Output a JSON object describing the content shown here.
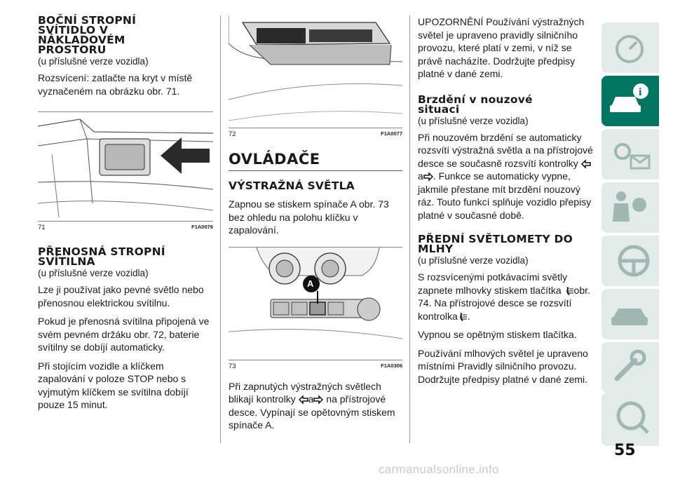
{
  "col1": {
    "s1_title": "BOČNÍ STROPNÍ SVÍTIDLO V NÁKLADOVÉM PROSTORU",
    "s1_note": "(u příslušné verze vozidla)",
    "s1_p1": "Rozsvícení: zatlačte na kryt v místě vyznačeném na obrázku obr. 71.",
    "fig71_num": "71",
    "fig71_code": "F1A0076",
    "s2_title": "PŘENOSNÁ STROPNÍ SVÍTILNA",
    "s2_note": "(u příslušné verze vozidla)",
    "s2_p1": "Lze ji používat jako pevné světlo nebo přenosnou elektrickou svítilnu.",
    "s2_p2": "Pokud je přenosná svítilna připojená ve svém pevném držáku obr. 72, baterie svítilny se dobíjí automaticky.",
    "s2_p3": "Při stojícím vozidle a klíčkem zapalování v poloze STOP nebo s vyjmutým klíčkem se svítilna dobíjí pouze 15 minut."
  },
  "col2": {
    "fig72_num": "72",
    "fig72_code": "F1A0077",
    "chapter": "OVLÁDAČE",
    "s3_title": "VÝSTRAŽNÁ SVĚTLA",
    "s3_p1": "Zapnou se stiskem spínače A obr. 73 bez ohledu na polohu klíčku v zapalování.",
    "fig73_num": "73",
    "fig73_code": "F1A0306",
    "fig73_label": "A",
    "s3_p2a": "Při zapnutých výstražných světlech blikají kontrolky",
    "s3_p2_mid": "a",
    "s3_p2b": "na přístrojové desce. Vypínají se opětovným stiskem spínače A."
  },
  "col3": {
    "p_warn": "UPOZORNĚNÍ Používání výstražných světel je upraveno pravidly silničního provozu, které platí v zemi, v níž se právě nacházíte. Dodržujte předpisy platné v dané zemi.",
    "s4_title": "Brzdění v nouzové situaci",
    "s4_note": "(u příslušné verze vozidla)",
    "s4_p1a": "Při nouzovém brzdění se automaticky rozsvítí výstražná světla a na přístrojové desce se současně rozsvítí kontrolky",
    "s4_p1_mid": "a",
    "s4_p1b": ". Funkce se automaticky vypne, jakmile přestane mít brzdění nouzový ráz. Touto funkcí splňuje vozidlo přepisy platné v současné době.",
    "s5_title": "PŘEDNÍ SVĚTLOMETY DO MLHY",
    "s5_note": "(u příslušné verze vozidla)",
    "s5_p1a": "S rozsvícenými potkávacími světly zapnete mlhovky stiskem tlačítka",
    "s5_p1b": "obr. 74. Na přístrojové desce se rozsvítí kontrolka",
    "s5_p1c": ".",
    "s5_p2": "Vypnou se opětným stiskem tlačítka.",
    "s5_p3": "Používání mlhových světel je upraveno místními Pravidly silničního provozu. Dodržujte předpisy platné v dané zemi."
  },
  "page_number": "55",
  "watermark": "carmanualsonline.info",
  "colors": {
    "accent": "#00755f",
    "tab_bg": "#e3ebe9",
    "tab_icon": "#9fb8b2"
  },
  "tabs": [
    "dashboard-icon",
    "car-info-icon",
    "warning-lights-icon",
    "airbag-safety-icon",
    "steering-wheel-icon",
    "car-breakdown-icon",
    "wrench-maintenance-icon",
    "technical-data-icon",
    "alphabetical-index-icon"
  ]
}
